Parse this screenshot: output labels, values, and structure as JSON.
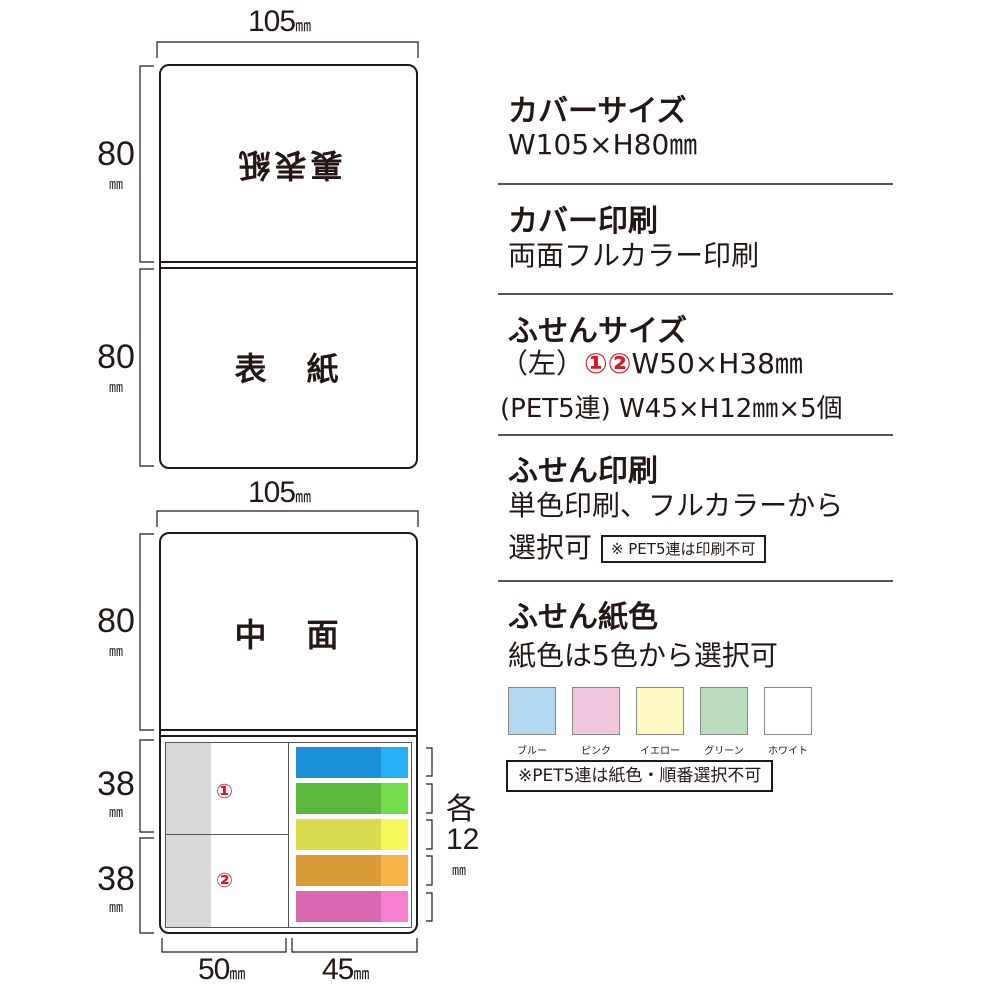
{
  "dims": {
    "top_width": "105",
    "mid_width": "105",
    "unit_mm": "㎜",
    "h80_a": "80",
    "h80_b": "80",
    "h80_c": "80",
    "h38_a": "38",
    "h38_b": "38",
    "bottom_w50": "50",
    "bottom_w45": "45",
    "each_label": "各",
    "each_value": "12"
  },
  "panels": {
    "back_cover": "裏表紙",
    "front_cover": "表　紙",
    "inner": "中　面",
    "note1": "①",
    "note2": "②"
  },
  "flag_colors": [
    {
      "main": "#1a90d9",
      "tip": "#27b0f5"
    },
    {
      "main": "#5cb83a",
      "tip": "#72dd4b"
    },
    {
      "main": "#d9dc4f",
      "tip": "#f5f75a"
    },
    {
      "main": "#d99a38",
      "tip": "#f7b347"
    },
    {
      "main": "#d869b1",
      "tip": "#f77fd0"
    }
  ],
  "specs": {
    "cover_size_head": "カバーサイズ",
    "cover_size_body": "W105×H80㎜",
    "cover_print_head": "カバー印刷",
    "cover_print_body": "両面フルカラー印刷",
    "fusen_size_head": "ふせんサイズ",
    "fusen_size_l1_prefix": "（左）",
    "fusen_size_l1_marks": "①②",
    "fusen_size_l1_body": "W50×H38㎜",
    "fusen_size_l2": "(PET5連) W45×H12㎜×5個",
    "fusen_print_head": "ふせん印刷",
    "fusen_print_l1": "単色印刷、フルカラーから",
    "fusen_print_l2": "選択可",
    "fusen_print_note": "※ PET5連は印刷不可",
    "paper_color_head": "ふせん紙色",
    "paper_color_body": "紙色は5色から選択可",
    "paper_color_note": "※PET5連は紙色・順番選択不可"
  },
  "swatches": [
    {
      "label": "ブルー",
      "color": "#b3d9f0"
    },
    {
      "label": "ピンク",
      "color": "#f0c6dd"
    },
    {
      "label": "イエロー",
      "color": "#fdf7c3"
    },
    {
      "label": "グリーン",
      "color": "#bcdcbf"
    },
    {
      "label": "ホワイト",
      "color": "#ffffff"
    }
  ]
}
